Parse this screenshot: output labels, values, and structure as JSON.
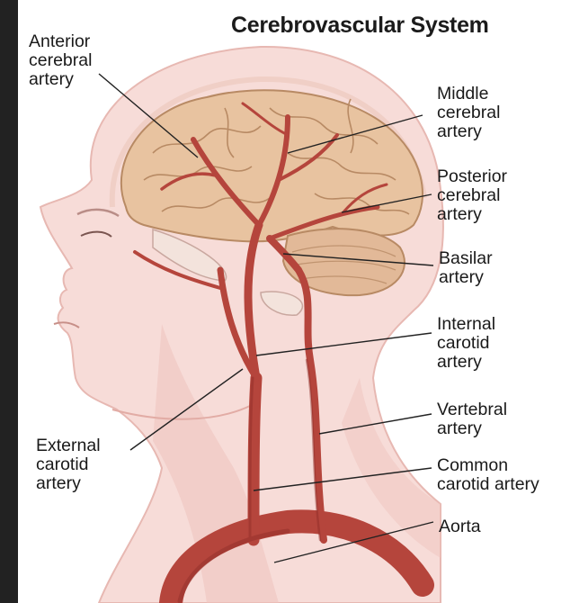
{
  "title": "Cerebrovascular System",
  "labels": {
    "anterior_cerebral": [
      "Anterior",
      "cerebral",
      "artery"
    ],
    "middle_cerebral": [
      "Middle",
      "cerebral",
      "artery"
    ],
    "posterior_cerebral": [
      "Posterior",
      "cerebral",
      "artery"
    ],
    "basilar": [
      "Basilar",
      "artery"
    ],
    "internal_carotid": [
      "Internal",
      "carotid",
      "artery"
    ],
    "vertebral": [
      "Vertebral",
      "artery"
    ],
    "common_carotid": [
      "Common",
      "carotid artery"
    ],
    "aorta": [
      "Aorta"
    ],
    "external_carotid": [
      "External",
      "carotid",
      "artery"
    ]
  },
  "colors": {
    "left_border": "#222222",
    "background": "#ffffff",
    "skin": "#f7dcd8",
    "skin_shadow": "#ecbcb6",
    "brain": "#e8c3a0",
    "brain_folds": "#b88a64",
    "cerebellum": "#e2b998",
    "artery": "#b5453c",
    "artery_dark": "#8e2c27",
    "leader_line": "#222222",
    "text": "#1a1a1a"
  }
}
